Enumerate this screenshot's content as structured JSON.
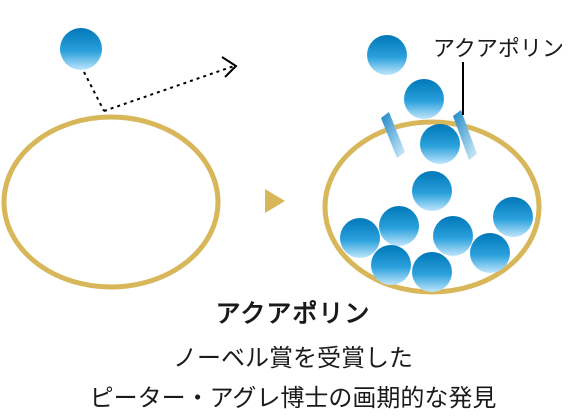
{
  "diagram": {
    "label_aquaporin": "アクアポリン",
    "colors": {
      "membrane": "#d8b75a",
      "molecule_light": "#9ad4f4",
      "molecule_dark": "#0078b8",
      "channel": "#1f8fcf",
      "arrow": "#000000",
      "text": "#1a1a1a"
    },
    "icons": [
      "water-molecule-icon",
      "aquaporin-channel-icon",
      "play-triangle-icon",
      "dotted-arrow-icon"
    ]
  },
  "caption": {
    "title": "アクアポリン",
    "line1": "ノーベル賞を受賞した",
    "line2": "ピーター・アグレ博士の画期的な発見"
  }
}
